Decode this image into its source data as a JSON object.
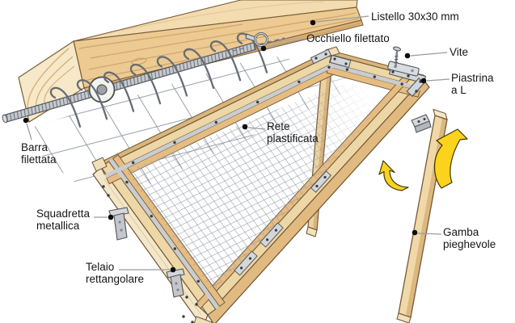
{
  "figure_labels": {
    "listello": {
      "line1": "Listello 30x30 mm",
      "line2": ""
    },
    "occhiello": {
      "line1": "Occhiello filettato",
      "line2": ""
    },
    "vite": {
      "line1": "Vite",
      "line2": ""
    },
    "piastrina": {
      "line1": "Piastrina",
      "line2": "a L"
    },
    "rete": {
      "line1": "Rete",
      "line2": "plastificata"
    },
    "barra": {
      "line1": "Barra",
      "line2": "filettata"
    },
    "squadretta": {
      "line1": "Squadretta",
      "line2": "metallica"
    },
    "telaio": {
      "line1": "Telaio",
      "line2": "rettangolare"
    },
    "gamba": {
      "line1": "Gamba",
      "line2": "pieghevole"
    }
  },
  "icon_legend": {
    "eyelet-icon": "threaded eyelet drawn on beam",
    "screw-icon": "wood screw above corner plate",
    "rotation-arrow-large-icon": "yellow arrow showing leg folding up",
    "rotation-arrow-small-icon": "small yellow arrow showing leg rotation"
  },
  "colors": {
    "background": "#ffffff",
    "wood_top": "#f2dcb0",
    "wood_face": "#ecca92",
    "wood_dark": "#dcb87e",
    "wood_pale": "#f3e7c9",
    "wood_outline": "#6d5433",
    "metal": "#ccd0d4",
    "metal_outline": "#55585c",
    "mesh_wire": "#9199a4",
    "arrow_yellow": "#fbd31c",
    "leader_line": "#9b9b9b",
    "dot": "#0c0c0c",
    "text": "#161616"
  }
}
